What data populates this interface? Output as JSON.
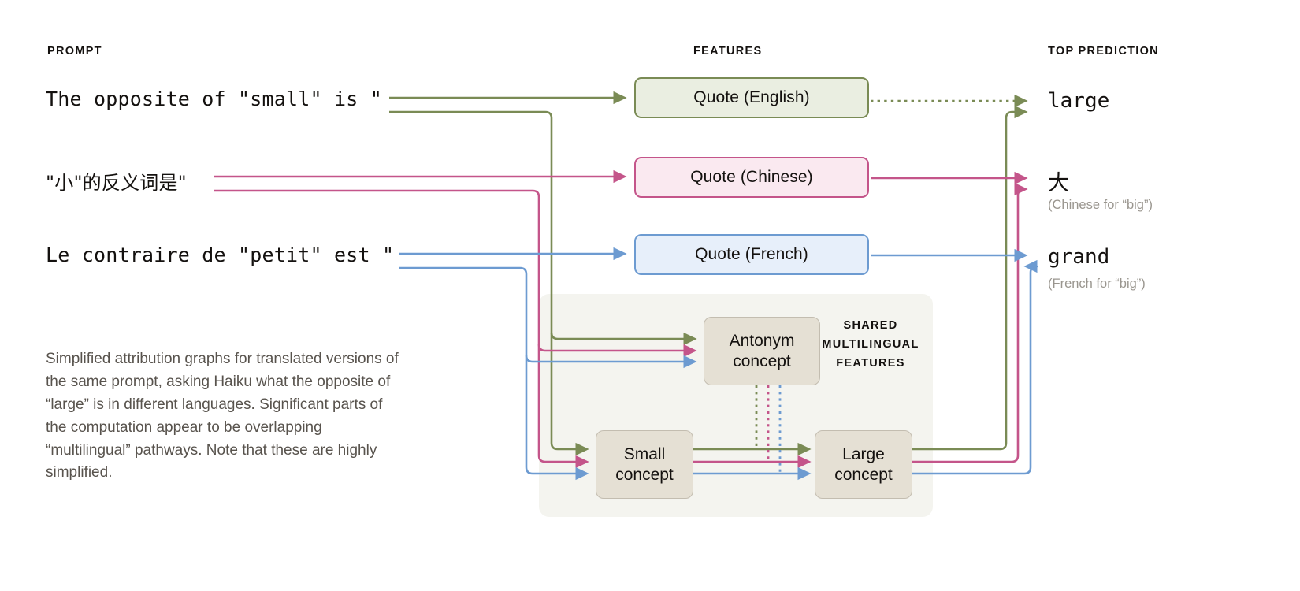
{
  "headers": {
    "prompt": "PROMPT",
    "features": "FEATURES",
    "top_prediction": "TOP PREDICTION"
  },
  "shared_region": {
    "label_line1": "SHARED",
    "label_line2": "MULTILINGUAL",
    "label_line3": "FEATURES",
    "background": "#f4f4ef"
  },
  "caption": "Simplified attribution graphs for translated versions of the same prompt, asking Haiku what the opposite of “large” is in different languages. Significant parts of the computation appear to be overlapping “multilingual” pathways. Note that these are highly simplified.",
  "rows": [
    {
      "lang": "english",
      "prompt": "The opposite of \"small\" is \"",
      "feature": "Quote (English)",
      "prediction": "large",
      "prediction_note": "",
      "color": "#7a8b55",
      "fill": "#eaeee1",
      "border": "#7a8b55"
    },
    {
      "lang": "chinese",
      "prompt": "\"小\"的反义词是\"",
      "feature": "Quote (Chinese)",
      "prediction": "大",
      "prediction_note": "(Chinese for “big”)",
      "color": "#c4558a",
      "fill": "#fae9f0",
      "border": "#c4558a"
    },
    {
      "lang": "french",
      "prompt": "Le contraire de \"petit\" est \"",
      "feature": "Quote (French)",
      "prediction": "grand",
      "prediction_note": "(French for “big”)",
      "color": "#6d9bd1",
      "fill": "#e7effa",
      "border": "#6d9bd1"
    }
  ],
  "concepts": [
    {
      "id": "antonym",
      "line1": "Antonym",
      "line2": "concept"
    },
    {
      "id": "small",
      "line1": "Small",
      "line2": "concept"
    },
    {
      "id": "large",
      "line1": "Large",
      "line2": "concept"
    }
  ]
}
